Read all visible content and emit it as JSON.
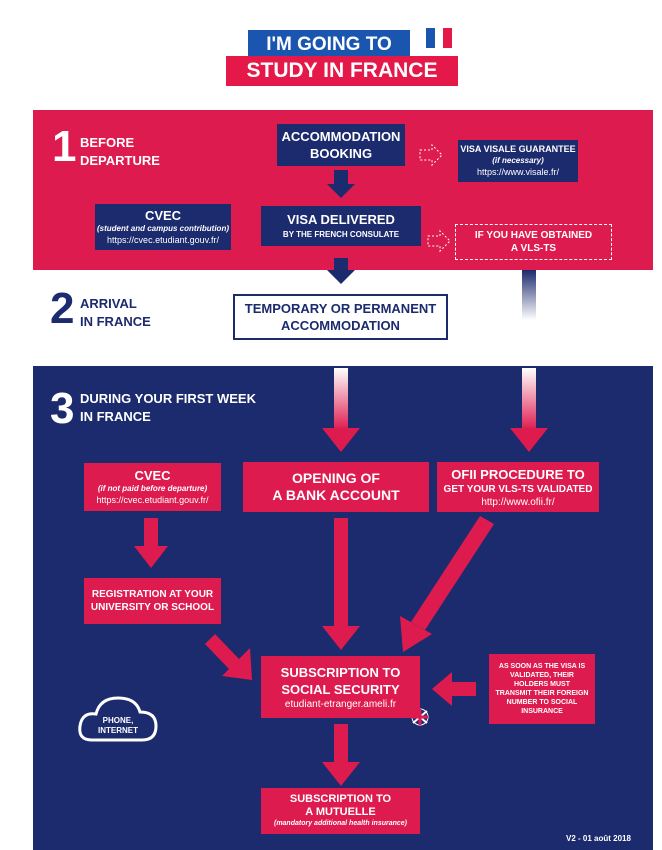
{
  "title": {
    "line1": "I'M GOING TO",
    "line2": "STUDY IN FRANCE"
  },
  "colors": {
    "red": "#de1b4e",
    "navy": "#1c2a6e",
    "blue": "#1a56b0"
  },
  "step1": {
    "number": "1",
    "label_line1": "BEFORE",
    "label_line2": "DEPARTURE",
    "accommodation": {
      "line1": "ACCOMMODATION",
      "line2": "BOOKING"
    },
    "visale": {
      "title": "VISA VISALE GUARANTEE",
      "note": "(if necessary)",
      "url": "https://www.visale.fr/"
    },
    "cvec": {
      "title": "CVEC",
      "note": "(student and campus contribution)",
      "url": "https://cvec.etudiant.gouv.fr/"
    },
    "visa": {
      "title": "VISA DELIVERED",
      "sub": "BY THE FRENCH CONSULATE"
    },
    "vlsts": {
      "line1": "IF YOU HAVE OBTAINED",
      "line2": "A VLS-TS"
    }
  },
  "step2": {
    "number": "2",
    "label_line1": "ARRIVAL",
    "label_line2": "IN FRANCE",
    "accommodation": {
      "line1": "TEMPORARY OR PERMANENT",
      "line2": "ACCOMMODATION"
    }
  },
  "step3": {
    "number": "3",
    "label_line1": "DURING YOUR FIRST WEEK",
    "label_line2": "IN FRANCE",
    "cvec": {
      "title": "CVEC",
      "note": "(if not paid before departure)",
      "url": "https://cvec.etudiant.gouv.fr/"
    },
    "bank": {
      "line1": "OPENING OF",
      "line2": "A BANK ACCOUNT"
    },
    "ofii": {
      "line1": "OFII PROCEDURE TO",
      "line2": "GET YOUR VLS-TS VALIDATED",
      "url": "http://www.ofii.fr/"
    },
    "registration": {
      "line1": "REGISTRATION AT YOUR",
      "line2": "UNIVERSITY OR SCHOOL"
    },
    "social": {
      "line1": "SUBSCRIPTION TO",
      "line2": "SOCIAL SECURITY",
      "url": "etudiant-etranger.ameli.fr"
    },
    "visa_note": {
      "l1": "AS SOON AS THE VISA IS",
      "l2": "VALIDATED, THEIR",
      "l3": "HOLDERS MUST",
      "l4": "TRANSMIT THEIR FOREIGN",
      "l5": "NUMBER TO SOCIAL",
      "l6": "INSURANCE"
    },
    "cloud": {
      "line1": "PHONE,",
      "line2": "INTERNET"
    },
    "mutuelle": {
      "line1": "SUBSCRIPTION TO",
      "line2": "A MUTUELLE",
      "note": "(mandatory additional health insurance)"
    }
  },
  "footer": {
    "version": "V2 - 01 août 2018"
  }
}
